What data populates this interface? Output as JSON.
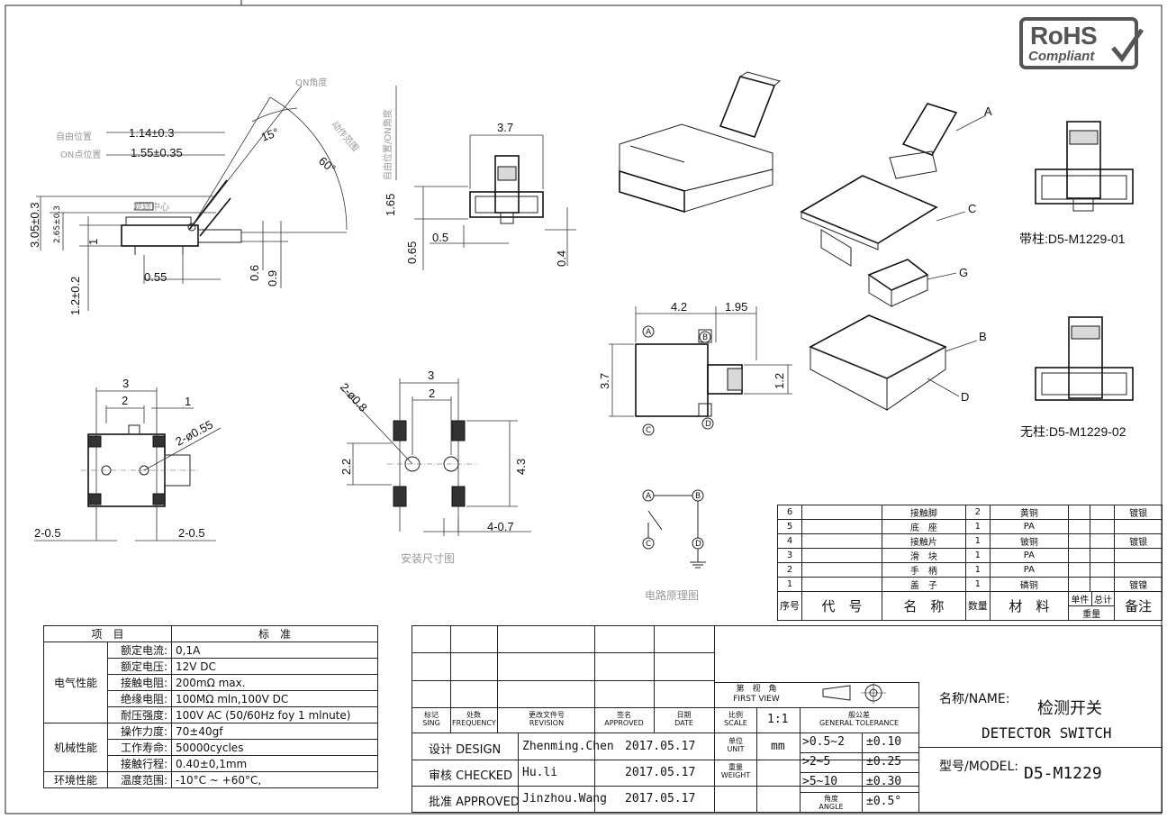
{
  "badge": {
    "line1": "RoHS",
    "line2": "Compliant"
  },
  "side_view": {
    "dims": [
      "1.14±0.3",
      "1.55±0.35",
      "15°",
      "60°",
      "3.05±0.3",
      "2.65±0.3",
      "1",
      "1.2±0.2",
      "0.55",
      "0.6",
      "0.9"
    ],
    "notes": [
      "ON角度",
      "动作范围",
      "自由位置",
      "ON点位置",
      "旋转中心"
    ]
  },
  "front_view": {
    "dims": [
      "3.7",
      "1.65",
      "0.65",
      "0.5",
      "0.4"
    ],
    "note": "自由位置/ON角度"
  },
  "top_view": {
    "dims": [
      "4.2",
      "1.95",
      "3.7",
      "1.2"
    ],
    "terminals": [
      "A",
      "B",
      "C",
      "D"
    ]
  },
  "bottom_view": {
    "dims": [
      "3",
      "2",
      "1",
      "2-ø0.55",
      "2-0.5",
      "2-0.5"
    ]
  },
  "footprint": {
    "dims": [
      "2-ø0.8",
      "3",
      "2",
      "2.2",
      "4.3",
      "4-0.7"
    ],
    "caption": "安装尺寸图"
  },
  "circuit": {
    "nodes": [
      "A",
      "B",
      "C",
      "D"
    ],
    "caption": "电路原理图"
  },
  "exploded_labels": [
    "A",
    "C",
    "G",
    "B",
    "D"
  ],
  "variants": [
    {
      "label": "带柱:D5-M1229-01"
    },
    {
      "label": "无柱:D5-M1229-02"
    }
  ],
  "bom": {
    "rows": [
      {
        "no": "6",
        "name": "接触脚",
        "qty": "2",
        "material": "黄铜",
        "note": "镀银"
      },
      {
        "no": "5",
        "name": "底　座",
        "qty": "1",
        "material": "PA",
        "note": ""
      },
      {
        "no": "4",
        "name": "接触片",
        "qty": "1",
        "material": "铍铜",
        "note": "镀银"
      },
      {
        "no": "3",
        "name": "滑　块",
        "qty": "1",
        "material": "PA",
        "note": ""
      },
      {
        "no": "2",
        "name": "手　柄",
        "qty": "1",
        "material": "PA",
        "note": ""
      },
      {
        "no": "1",
        "name": "盖　子",
        "qty": "1",
        "material": "磷铜",
        "note": "镀镍"
      }
    ],
    "header": {
      "no": "序号",
      "code": "代　号",
      "name": "名　称",
      "qty": "数量",
      "material": "材　料",
      "unit_weight": "单件",
      "total_weight": "总计",
      "weight": "重量",
      "note": "备注"
    }
  },
  "spec": {
    "header": [
      "项　目",
      "标　准"
    ],
    "groups": [
      {
        "group": "电气性能",
        "items": [
          {
            "label": "额定电流:",
            "value": "0,1A"
          },
          {
            "label": "额定电压:",
            "value": "12V  DC"
          },
          {
            "label": "接触电阻:",
            "value": "200mΩ max."
          },
          {
            "label": "绝缘电阻:",
            "value": "100MΩ mln,100V  DC"
          },
          {
            "label": "耐压强度:",
            "value": "100V  AC (50/60Hz foy 1 mlnute)"
          }
        ]
      },
      {
        "group": "机械性能",
        "items": [
          {
            "label": "操作力度:",
            "value": " 70±40gf"
          },
          {
            "label": "工作寿命:",
            "value": " 50000cycles"
          },
          {
            "label": "接触行程:",
            "value": "0.40±0,1mm"
          }
        ]
      },
      {
        "group": "环境性能",
        "items": [
          {
            "label": "温度范围:",
            "value": "-10°C ~ +60°C,"
          }
        ]
      }
    ]
  },
  "title_block": {
    "rev_header": {
      "mark": "标记",
      "mark_en": "SING",
      "count": "处数",
      "count_en": "FREQUENCY",
      "doc": "更改文件号",
      "doc_en": "REVISION",
      "sign": "签名",
      "sign_en": "APPROVED",
      "date": "日期",
      "date_en": "DATE"
    },
    "projection": {
      "cn": "第　视　角",
      "en": "FIRST VIEW"
    },
    "scale": {
      "label": "比例",
      "label_en": "SCALE",
      "value": "1:1"
    },
    "tolerance": {
      "label": "般公差",
      "label_en": "GENERAL TOLERANCE"
    },
    "unit": {
      "label": "单位",
      "label_en": "UNIT",
      "value": "mm"
    },
    "weight": {
      "label": "重量",
      "label_en": "WEIGHT"
    },
    "angle": {
      "label": "角度",
      "label_en": "ANGLE",
      "value": "±0.5°"
    },
    "tolerances": [
      {
        "range": ">0.5~2",
        "value": "±0.10"
      },
      {
        "range": ">2~5",
        "value": "±0.25"
      },
      {
        "range": ">5~10",
        "value": "±0.30"
      }
    ],
    "roles": [
      {
        "role": "设计 DESIGN",
        "name": "Zhenming.Chen",
        "date": "2017.05.17"
      },
      {
        "role": "审核 CHECKED",
        "name": "Hu.li",
        "date": "2017.05.17"
      },
      {
        "role": "批准 APPROVED",
        "name": "Jinzhou.Wang",
        "date": "2017.05.17"
      }
    ],
    "name_label": "名称/NAME:",
    "name_cn": "检测开关",
    "name_en": "DETECTOR  SWITCH",
    "model_label": "型号/MODEL:",
    "model": "D5-M1229"
  }
}
